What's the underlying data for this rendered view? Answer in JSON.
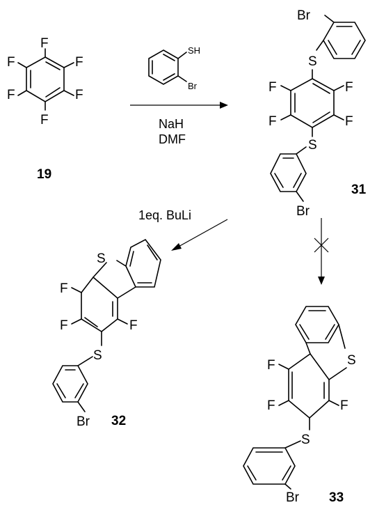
{
  "atoms": {
    "F": "F",
    "S": "S",
    "Br": "Br",
    "SH": "SH"
  },
  "compounds": {
    "c19": "19",
    "c31": "31",
    "c32": "32",
    "c33": "33"
  },
  "conditions": {
    "reagent1": "NaH",
    "reagent2": "DMF",
    "reagent3": "1eq. BuLi"
  }
}
